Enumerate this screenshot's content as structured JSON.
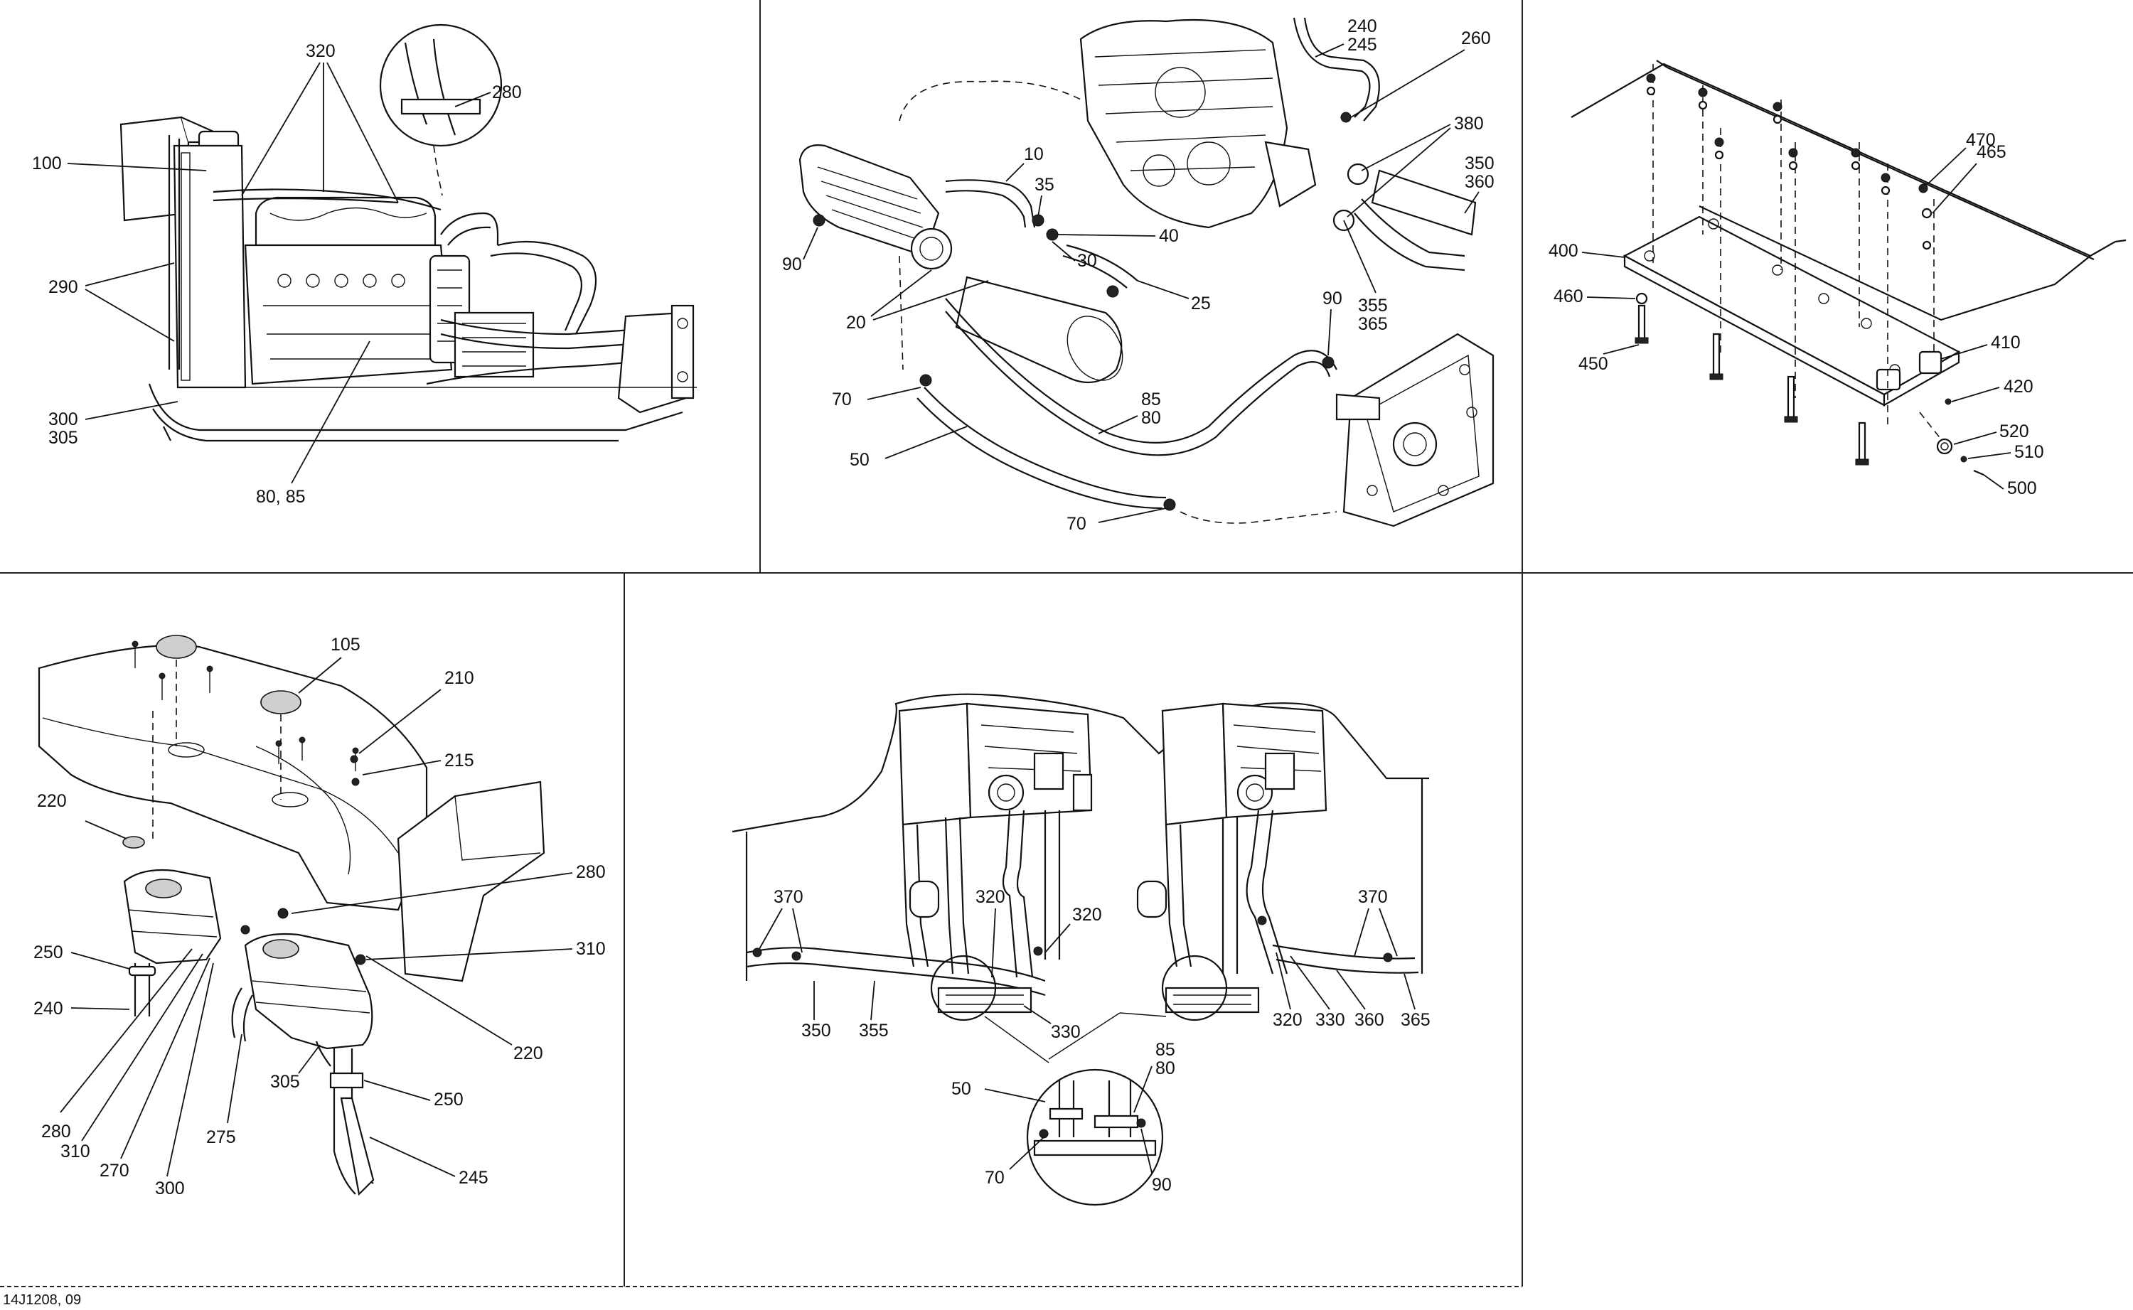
{
  "reference_code": "14J1208, 09",
  "colors": {
    "line": "#111111",
    "background": "#ffffff"
  },
  "panels": [
    {
      "id": "engine-overview",
      "callouts": [
        {
          "id": "320",
          "text": "320"
        },
        {
          "id": "280",
          "text": "280"
        },
        {
          "id": "100",
          "text": "100"
        },
        {
          "id": "290",
          "text": "290"
        },
        {
          "id": "300",
          "text": "300"
        },
        {
          "id": "305",
          "text": "305"
        },
        {
          "id": "80-85",
          "text": "80, 85"
        }
      ]
    },
    {
      "id": "intercooler-hoses",
      "callouts": [
        {
          "id": "240",
          "text": "240"
        },
        {
          "id": "245",
          "text": "245"
        },
        {
          "id": "260",
          "text": "260"
        },
        {
          "id": "380",
          "text": "380"
        },
        {
          "id": "350",
          "text": "350"
        },
        {
          "id": "360",
          "text": "360"
        },
        {
          "id": "10",
          "text": "10"
        },
        {
          "id": "35",
          "text": "35"
        },
        {
          "id": "40",
          "text": "40"
        },
        {
          "id": "30",
          "text": "30"
        },
        {
          "id": "25",
          "text": "25"
        },
        {
          "id": "90",
          "text": "90"
        },
        {
          "id": "20",
          "text": "20"
        },
        {
          "id": "355",
          "text": "355"
        },
        {
          "id": "365",
          "text": "365"
        },
        {
          "id": "90b",
          "text": "90"
        },
        {
          "id": "70",
          "text": "70"
        },
        {
          "id": "85",
          "text": "85"
        },
        {
          "id": "80",
          "text": "80"
        },
        {
          "id": "50",
          "text": "50"
        },
        {
          "id": "70b",
          "text": "70"
        }
      ]
    },
    {
      "id": "mounting-plate",
      "callouts": [
        {
          "id": "470",
          "text": "470"
        },
        {
          "id": "465",
          "text": "465"
        },
        {
          "id": "400",
          "text": "400"
        },
        {
          "id": "460",
          "text": "460"
        },
        {
          "id": "450",
          "text": "450"
        },
        {
          "id": "410",
          "text": "410"
        },
        {
          "id": "420",
          "text": "420"
        },
        {
          "id": "520",
          "text": "520"
        },
        {
          "id": "510",
          "text": "510"
        },
        {
          "id": "500",
          "text": "500"
        }
      ]
    },
    {
      "id": "coolant-reservoirs",
      "callouts": [
        {
          "id": "105",
          "text": "105"
        },
        {
          "id": "210",
          "text": "210"
        },
        {
          "id": "215",
          "text": "215"
        },
        {
          "id": "220",
          "text": "220"
        },
        {
          "id": "280",
          "text": "280"
        },
        {
          "id": "310",
          "text": "310"
        },
        {
          "id": "250",
          "text": "250"
        },
        {
          "id": "240",
          "text": "240"
        },
        {
          "id": "220b",
          "text": "220"
        },
        {
          "id": "280b",
          "text": "280"
        },
        {
          "id": "310b",
          "text": "310"
        },
        {
          "id": "270",
          "text": "270"
        },
        {
          "id": "300",
          "text": "300"
        },
        {
          "id": "275",
          "text": "275"
        },
        {
          "id": "305",
          "text": "305"
        },
        {
          "id": "250b",
          "text": "250"
        },
        {
          "id": "245",
          "text": "245"
        }
      ]
    },
    {
      "id": "hull-hose-routing",
      "callouts": [
        {
          "id": "370",
          "text": "370"
        },
        {
          "id": "320",
          "text": "320"
        },
        {
          "id": "320b",
          "text": "320"
        },
        {
          "id": "370b",
          "text": "370"
        },
        {
          "id": "350",
          "text": "350"
        },
        {
          "id": "355",
          "text": "355"
        },
        {
          "id": "330",
          "text": "330"
        },
        {
          "id": "320c",
          "text": "320"
        },
        {
          "id": "330b",
          "text": "330"
        },
        {
          "id": "360",
          "text": "360"
        },
        {
          "id": "365",
          "text": "365"
        },
        {
          "id": "85",
          "text": "85"
        },
        {
          "id": "80",
          "text": "80"
        },
        {
          "id": "50",
          "text": "50"
        },
        {
          "id": "70",
          "text": "70"
        },
        {
          "id": "90",
          "text": "90"
        }
      ]
    }
  ]
}
